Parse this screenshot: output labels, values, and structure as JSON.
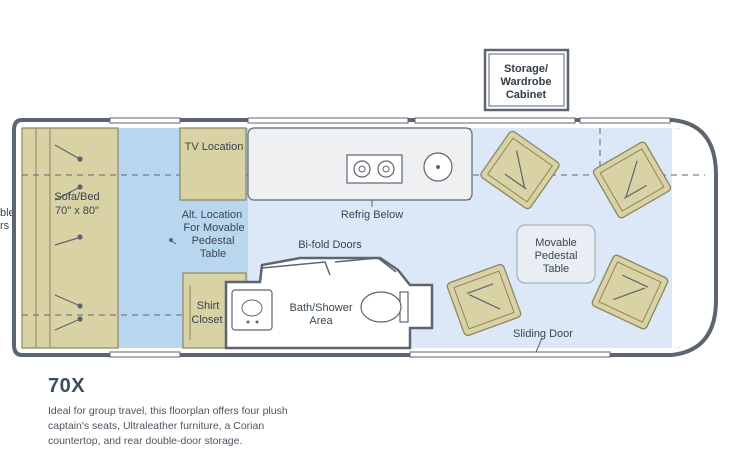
{
  "labels": {
    "storage": [
      "Storage/",
      "Wardrobe",
      "Cabinet"
    ],
    "tv_location": "TV Location",
    "sofa_bed": [
      "Sofa/Bed",
      "70\" x 80\""
    ],
    "alt_location": [
      "Alt. Location",
      "For Movable",
      "Pedestal",
      "Table"
    ],
    "refrig": "Refrig Below",
    "bifold": "Bi-fold Doors",
    "bath": [
      "Bath/Shower",
      "Area"
    ],
    "shirt_closet": [
      "Shirt",
      "Closet"
    ],
    "movable_table": [
      "Movable",
      "Pedestal",
      "Table"
    ],
    "sliding_door": "Sliding Door",
    "cutoff_left": [
      "ble",
      "rs"
    ]
  },
  "model": "70X",
  "description": "Ideal for group travel, this floorplan offers four plush captain's seats, Ultraleather furniture, a Corian countertop, and rear double-door storage.",
  "colors": {
    "wall": "#5d6670",
    "floor": "#dce8f7",
    "alt_zone": "#b9d6ef",
    "furniture": "#d9d2a4",
    "furniture_edge": "#8d8660",
    "counter": "#eef0f2"
  }
}
